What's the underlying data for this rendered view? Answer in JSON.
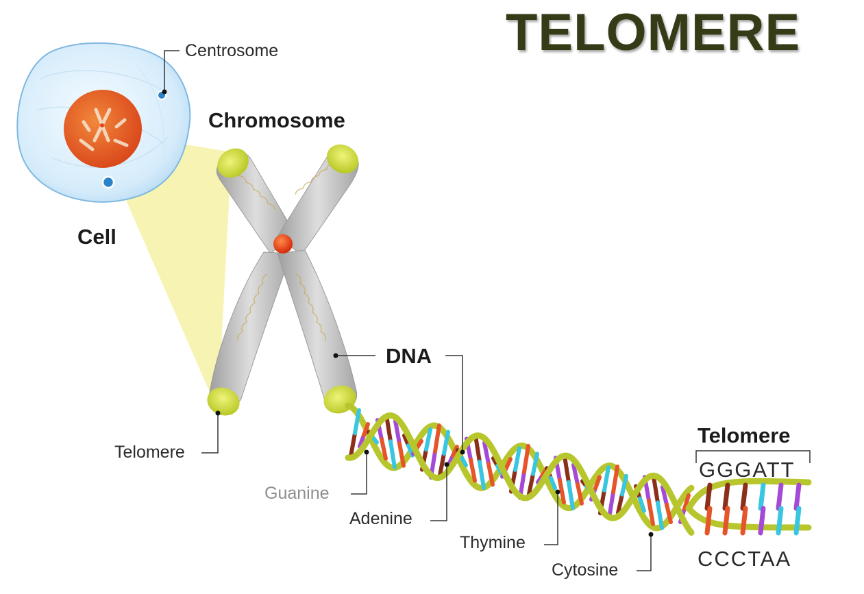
{
  "title": "TELOMERE",
  "labels": {
    "centrosome": "Centrosome",
    "chromosome": "Chromosome",
    "cell": "Cell",
    "dna": "DNA",
    "telomere_chromosome": "Telomere",
    "telomere_dna": "Telomere",
    "guanine": "Guanine",
    "adenine": "Adenine",
    "thymine": "Thymine",
    "cytosine": "Cytosine"
  },
  "sequence": {
    "top_strand": "GGGATT",
    "bottom_strand": "CCCTAA"
  },
  "colors": {
    "title": "#363b17",
    "cell_membrane": "#a9d3f0",
    "nucleus": "#e85a1c",
    "chromosome": "#b5b5b5",
    "telomere_cap": "#c9d92a",
    "centromere": "#e8401a",
    "backbone": "#b8c62e",
    "base_red": "#e6542a",
    "base_darkred": "#8b2f1a",
    "base_purple": "#a54ad6",
    "base_cyan": "#38c6e0",
    "zoom_cone": "#f6f2a6"
  }
}
